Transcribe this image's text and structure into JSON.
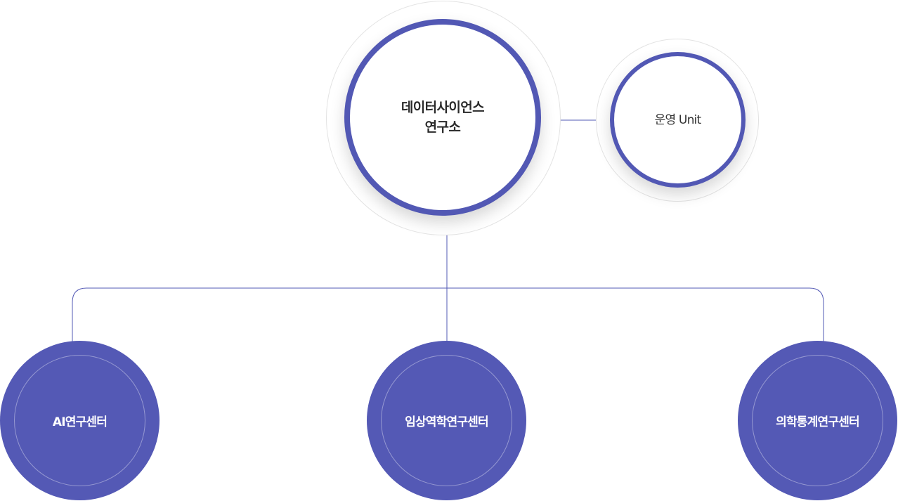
{
  "colors": {
    "accent": "#5258b4",
    "node_fill": "#5459b5",
    "line": "#5258b4",
    "halo": "#e3e3e3"
  },
  "diagram": {
    "root": {
      "label": "데이터사이언스\n연구소"
    },
    "side_unit": {
      "label": "운영 Unit"
    },
    "children": [
      {
        "label": "AI연구센터"
      },
      {
        "label": "임상역학연구센터"
      },
      {
        "label": "의학통계연구센터"
      }
    ]
  }
}
